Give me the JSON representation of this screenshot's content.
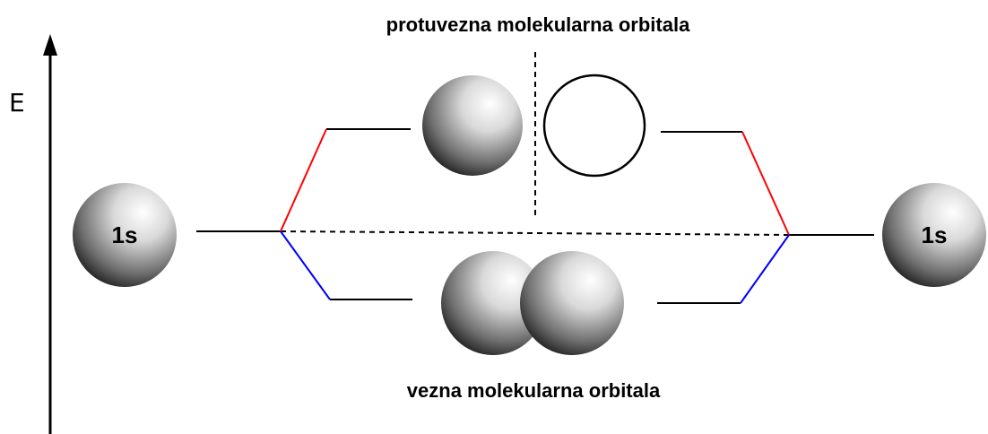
{
  "axis": {
    "energy_label": "E"
  },
  "labels": {
    "antibonding": "protuvezna molekularna orbitala",
    "bonding": "vezna molekularna orbitala"
  },
  "atomic_orbitals": {
    "left": "1s",
    "right": "1s"
  },
  "colors": {
    "antibonding_connector": "#ff0000",
    "bonding_connector": "#0000ff",
    "line": "#000000"
  }
}
